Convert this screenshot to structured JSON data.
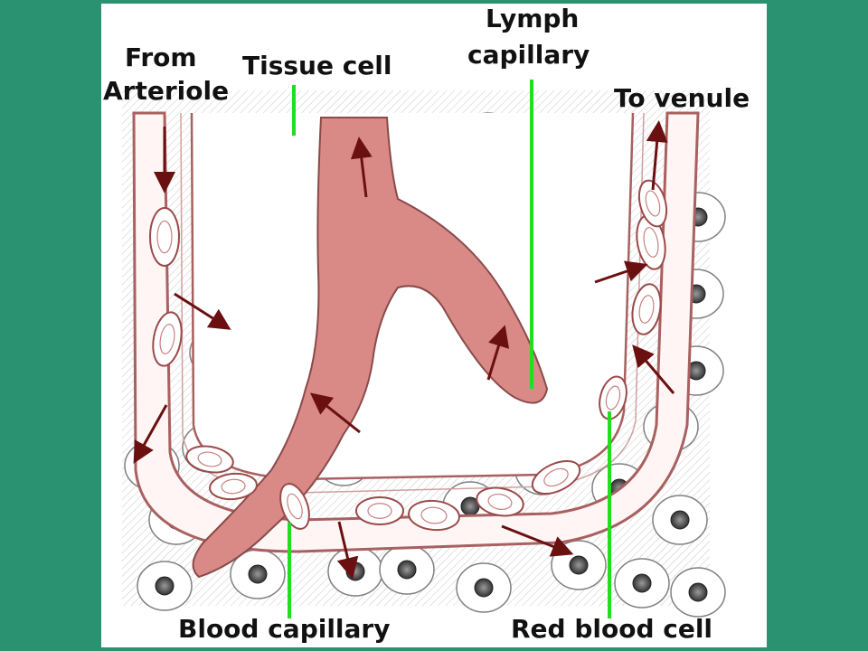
{
  "colors": {
    "background": "#2a9270",
    "pointer_line": "#22dd22",
    "flow_arrow": "#6b1010",
    "lymph_fill": "#d98a86",
    "capillary_wall": "#a86060",
    "cell_outline": "#808080"
  },
  "labels": {
    "from_arteriole_line1": "From",
    "from_arteriole_line2": "Arteriole",
    "tissue_cell": "Tissue cell",
    "lymph_capillary_line1": "Lymph",
    "lymph_capillary_line2": "capillary",
    "to_venule": "To venule",
    "blood_capillary": "Blood capillary",
    "red_blood_cell": "Red blood cell"
  }
}
